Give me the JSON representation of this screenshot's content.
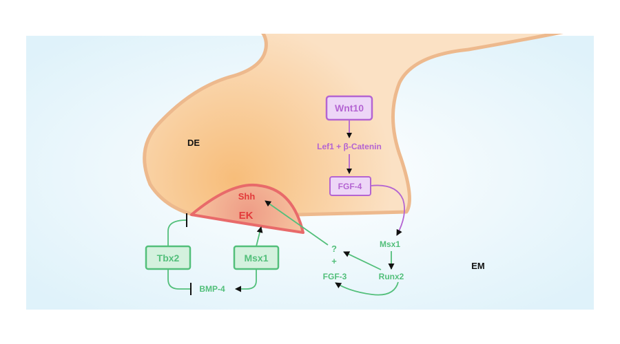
{
  "regions": {
    "dental_epithelium": "DE",
    "enamel_knot": "EK",
    "mesenchyme": "EM"
  },
  "epithelial_pathway": {
    "wnt10": "Wnt10",
    "lef1_bcatenin": "Lef1 + β-Catenin",
    "fgf4": "FGF-4"
  },
  "mesenchymal_pathway": {
    "msx1": "Msx1",
    "runx2": "Runx2",
    "unknown": "?",
    "plus": "+",
    "fgf3": "FGF-3"
  },
  "enamel_knot_signal": {
    "shh": "Shh"
  },
  "feedback_loop": {
    "tbx2": "Tbx2",
    "msx1": "Msx1",
    "bmp4": "BMP-4"
  },
  "colors": {
    "background": "#e6f5fb",
    "epithelium_fill": "#f9d3a9",
    "epithelium_edge": "#edb98d",
    "enamel_knot_edge": "#e86a6a",
    "enamel_knot_text": "#e23a3a",
    "purple": "#b464d2",
    "purple_fill": "#edd6f7",
    "green": "#52bf7a",
    "green_fill": "#d4f1de",
    "black": "#111111"
  }
}
